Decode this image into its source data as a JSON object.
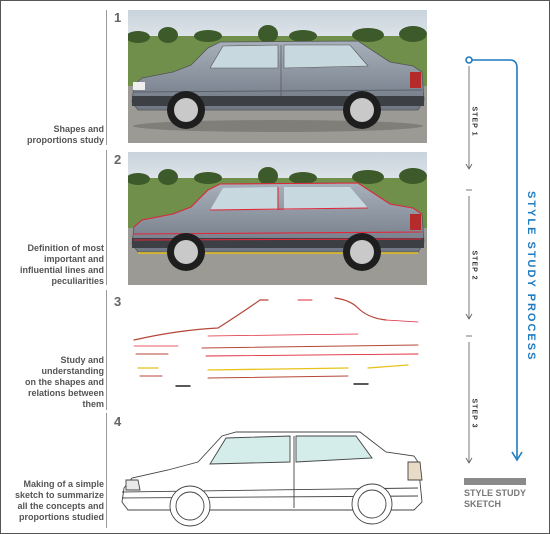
{
  "steps": [
    {
      "number": "1",
      "caption": [
        "Shapes and",
        "proportions study"
      ]
    },
    {
      "number": "2",
      "caption": [
        "Definition of most",
        "important and",
        "influential lines and",
        "peculiarities"
      ]
    },
    {
      "number": "3",
      "caption": [
        "Study and",
        "understanding",
        "on the shapes and",
        "relations between",
        "them"
      ]
    },
    {
      "number": "4",
      "caption": [
        "Making of a simple",
        "sketch to summarize",
        "all the concepts and",
        "proportions studied"
      ]
    }
  ],
  "timeline": {
    "step_labels": [
      "STEP 1",
      "STEP 2",
      "STEP 3"
    ],
    "process_label": "STYLE STUDY PROCESS",
    "result_label": [
      "STYLE STUDY",
      "SKETCH"
    ]
  },
  "colors": {
    "accent": "#1e7cc0",
    "highlight_red": "#e0283a",
    "highlight_yellow": "#e8c21a",
    "car_body": "#8e96a3"
  }
}
